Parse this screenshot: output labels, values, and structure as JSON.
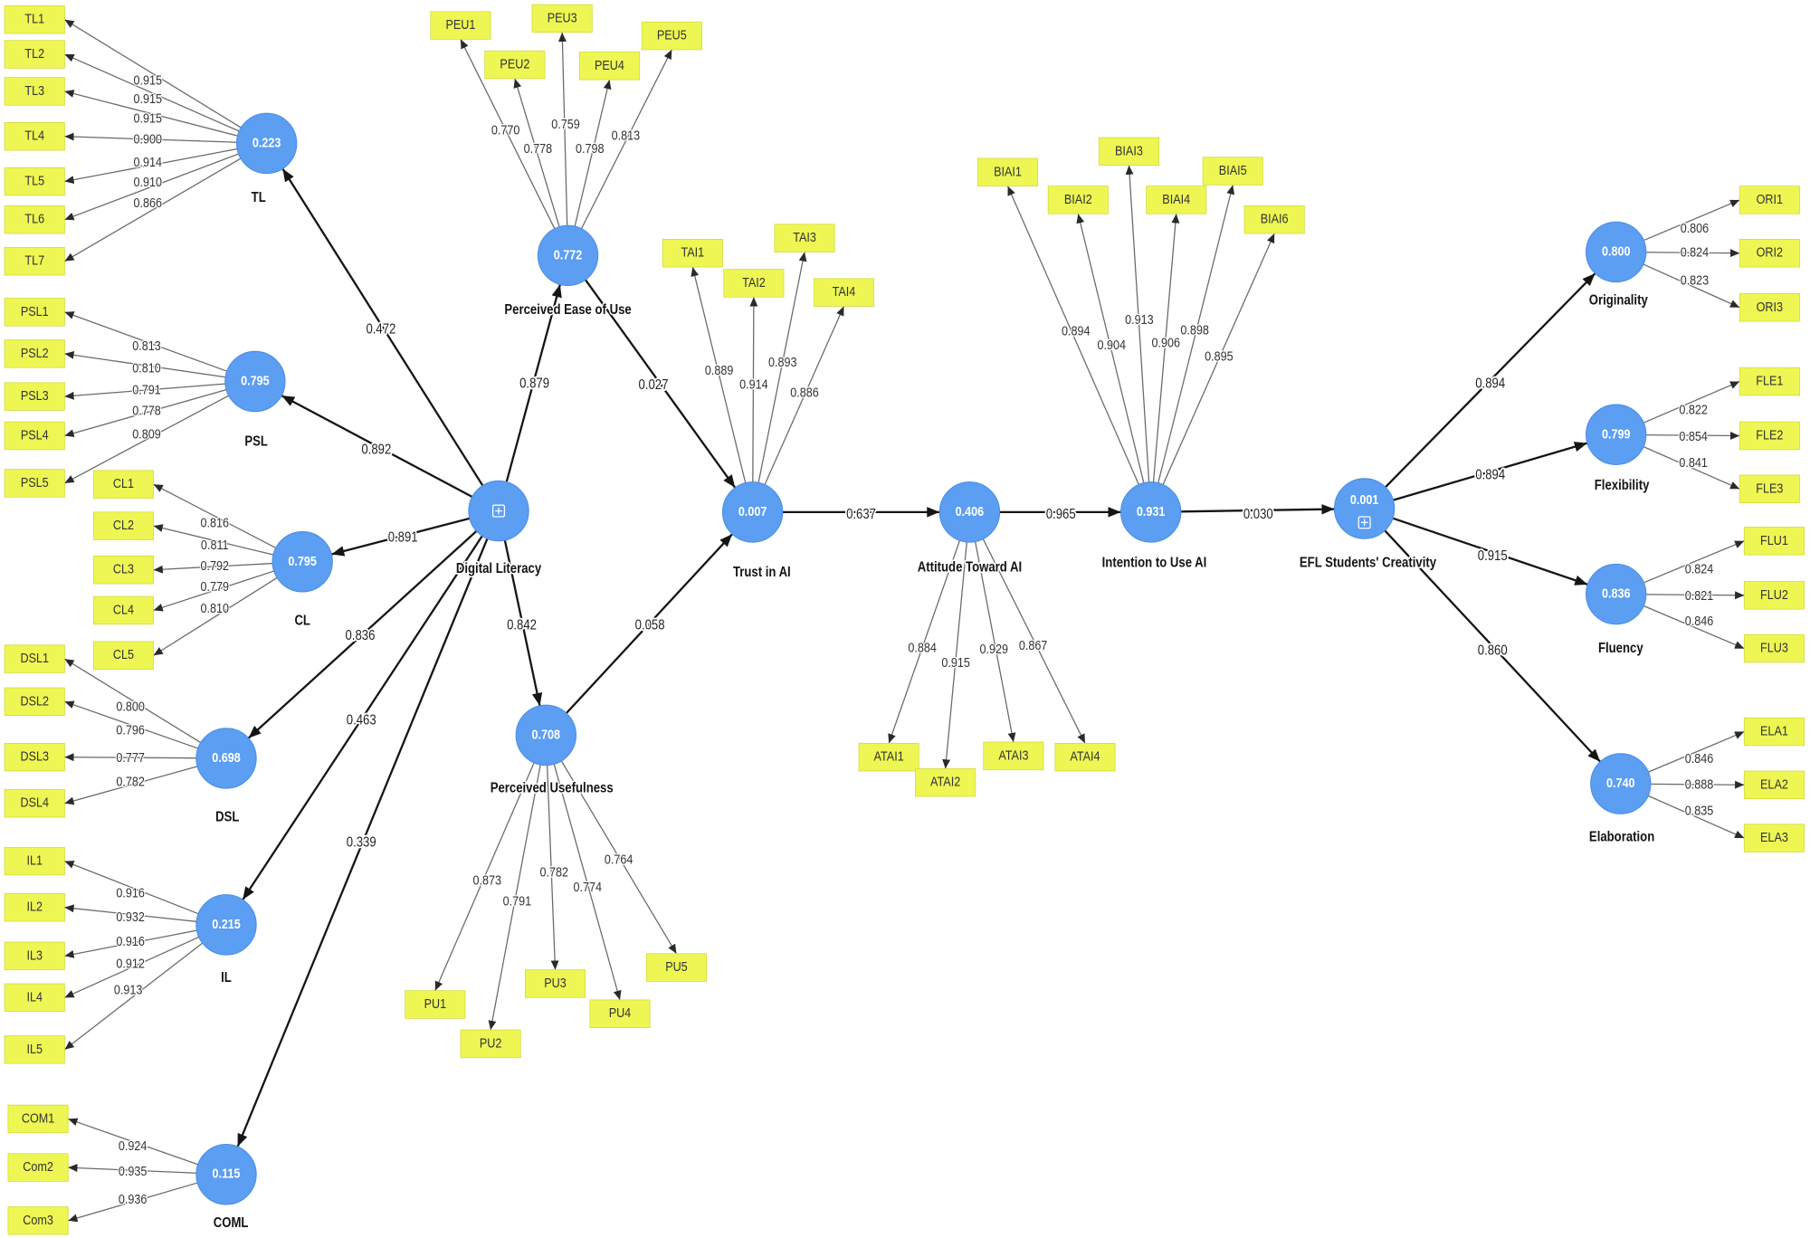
{
  "diagram": {
    "colors": {
      "construct_fill": "#5b9ef2",
      "construct_stroke": "#4a8de6",
      "node_text": "#ffffff",
      "indicator_fill": "#eef653",
      "indicator_stroke": "#d2da3c",
      "path_line": "#151515",
      "loading_line": "#6a6a6a"
    },
    "constructs": [
      {
        "label": "TL",
        "r2": "0.223",
        "indicators": [
          {
            "label": "TL1",
            "loading": "0.915"
          },
          {
            "label": "TL2",
            "loading": "0.915"
          },
          {
            "label": "TL3",
            "loading": "0.915"
          },
          {
            "label": "TL4",
            "loading": "0.900"
          },
          {
            "label": "TL5",
            "loading": "0.914"
          },
          {
            "label": "TL6",
            "loading": "0.910"
          },
          {
            "label": "TL7",
            "loading": "0.866"
          }
        ]
      },
      {
        "label": "PSL",
        "r2": "0.795",
        "indicators": [
          {
            "label": "PSL1",
            "loading": "0.813"
          },
          {
            "label": "PSL2",
            "loading": "0.810"
          },
          {
            "label": "PSL3",
            "loading": "0.791"
          },
          {
            "label": "PSL4",
            "loading": "0.778"
          },
          {
            "label": "PSL5",
            "loading": "0.809"
          }
        ]
      },
      {
        "label": "CL",
        "r2": "0.795",
        "indicators": [
          {
            "label": "CL1",
            "loading": "0.816"
          },
          {
            "label": "CL2",
            "loading": "0.811"
          },
          {
            "label": "CL3",
            "loading": "0.792"
          },
          {
            "label": "CL4",
            "loading": "0.779"
          },
          {
            "label": "CL5",
            "loading": "0.810"
          }
        ]
      },
      {
        "label": "DSL",
        "r2": "0.698",
        "indicators": [
          {
            "label": "DSL1",
            "loading": "0.800"
          },
          {
            "label": "DSL2",
            "loading": "0.796"
          },
          {
            "label": "DSL3",
            "loading": "0.777"
          },
          {
            "label": "DSL4",
            "loading": "0.782"
          }
        ]
      },
      {
        "label": "IL",
        "r2": "0.215",
        "indicators": [
          {
            "label": "IL1",
            "loading": "0.916"
          },
          {
            "label": "IL2",
            "loading": "0.932"
          },
          {
            "label": "IL3",
            "loading": "0.916"
          },
          {
            "label": "IL4",
            "loading": "0.912"
          },
          {
            "label": "IL5",
            "loading": "0.913"
          }
        ]
      },
      {
        "label": "COML",
        "r2": "0.115",
        "indicators": [
          {
            "label": "COM1",
            "loading": "0.924"
          },
          {
            "label": "Com2",
            "loading": "0.935"
          },
          {
            "label": "Com3",
            "loading": "0.936"
          }
        ]
      },
      {
        "label": "Digital Literacy",
        "marker": "plus-square-icon"
      },
      {
        "label": "Perceived Ease of Use",
        "r2": "0.772",
        "indicators": [
          {
            "label": "PEU1",
            "loading": "0.770"
          },
          {
            "label": "PEU2",
            "loading": "0.778"
          },
          {
            "label": "PEU3",
            "loading": "0.759"
          },
          {
            "label": "PEU4",
            "loading": "0.798"
          },
          {
            "label": "PEU5",
            "loading": "0.813"
          }
        ]
      },
      {
        "label": "Perceived Usefulness",
        "r2": "0.708",
        "indicators": [
          {
            "label": "PU1",
            "loading": "0.873"
          },
          {
            "label": "PU2",
            "loading": "0.791"
          },
          {
            "label": "PU3",
            "loading": "0.782"
          },
          {
            "label": "PU4",
            "loading": "0.774"
          },
          {
            "label": "PU5",
            "loading": "0.764"
          }
        ]
      },
      {
        "label": "Trust in AI",
        "r2": "0.007",
        "indicators": [
          {
            "label": "TAI1",
            "loading": "0.889"
          },
          {
            "label": "TAI2",
            "loading": "0.914"
          },
          {
            "label": "TAI3",
            "loading": "0.893"
          },
          {
            "label": "TAI4",
            "loading": "0.886"
          }
        ]
      },
      {
        "label": "Attitude Toward AI",
        "r2": "0.406",
        "indicators": [
          {
            "label": "ATAI1",
            "loading": "0.884"
          },
          {
            "label": "ATAI2",
            "loading": "0.915"
          },
          {
            "label": "ATAI3",
            "loading": "0.929"
          },
          {
            "label": "ATAI4",
            "loading": "0.867"
          }
        ]
      },
      {
        "label": "Intention to Use AI",
        "r2": "0.931",
        "indicators": [
          {
            "label": "BIAI1",
            "loading": "0.894"
          },
          {
            "label": "BIAI2",
            "loading": "0.904"
          },
          {
            "label": "BIAI3",
            "loading": "0.913"
          },
          {
            "label": "BIAI4",
            "loading": "0.906"
          },
          {
            "label": "BIAI5",
            "loading": "0.898"
          },
          {
            "label": "BIAI6",
            "loading": "0.895"
          }
        ]
      },
      {
        "label": "EFL Students' Creativity",
        "r2": "0.001",
        "marker": "plus-square-icon"
      },
      {
        "label": "Originality",
        "r2": "0.800",
        "indicators": [
          {
            "label": "ORI1",
            "loading": "0.806"
          },
          {
            "label": "ORI2",
            "loading": "0.824"
          },
          {
            "label": "ORI3",
            "loading": "0.823"
          }
        ]
      },
      {
        "label": "Flexibility",
        "r2": "0.799",
        "indicators": [
          {
            "label": "FLE1",
            "loading": "0.822"
          },
          {
            "label": "FLE2",
            "loading": "0.854"
          },
          {
            "label": "FLE3",
            "loading": "0.841"
          }
        ]
      },
      {
        "label": "Fluency",
        "r2": "0.836",
        "indicators": [
          {
            "label": "FLU1",
            "loading": "0.824"
          },
          {
            "label": "FLU2",
            "loading": "0.821"
          },
          {
            "label": "FLU3",
            "loading": "0.846"
          }
        ]
      },
      {
        "label": "Elaboration",
        "r2": "0.740",
        "indicators": [
          {
            "label": "ELA1",
            "loading": "0.846"
          },
          {
            "label": "ELA2",
            "loading": "0.888"
          },
          {
            "label": "ELA3",
            "loading": "0.835"
          }
        ]
      }
    ],
    "paths": [
      {
        "from": "Digital Literacy",
        "to": "TL",
        "coefficient": "0.472"
      },
      {
        "from": "Digital Literacy",
        "to": "PSL",
        "coefficient": "0.892"
      },
      {
        "from": "Digital Literacy",
        "to": "CL",
        "coefficient": "0.891"
      },
      {
        "from": "Digital Literacy",
        "to": "DSL",
        "coefficient": "0.836"
      },
      {
        "from": "Digital Literacy",
        "to": "IL",
        "coefficient": "0.463"
      },
      {
        "from": "Digital Literacy",
        "to": "COML",
        "coefficient": "0.339"
      },
      {
        "from": "Digital Literacy",
        "to": "Perceived Ease of Use",
        "coefficient": "0.879"
      },
      {
        "from": "Digital Literacy",
        "to": "Perceived Usefulness",
        "coefficient": "0.842"
      },
      {
        "from": "Perceived Ease of Use",
        "to": "Trust in AI",
        "coefficient": "0.027"
      },
      {
        "from": "Perceived Usefulness",
        "to": "Trust in AI",
        "coefficient": "0.058"
      },
      {
        "from": "Trust in AI",
        "to": "Attitude Toward AI",
        "coefficient": "0.637"
      },
      {
        "from": "Attitude Toward AI",
        "to": "Intention to Use AI",
        "coefficient": "0.965"
      },
      {
        "from": "Intention to Use AI",
        "to": "EFL Students' Creativity",
        "coefficient": "0.030"
      },
      {
        "from": "EFL Students' Creativity",
        "to": "Originality",
        "coefficient": "0.894"
      },
      {
        "from": "EFL Students' Creativity",
        "to": "Flexibility",
        "coefficient": "0.894"
      },
      {
        "from": "EFL Students' Creativity",
        "to": "Fluency",
        "coefficient": "0.915"
      },
      {
        "from": "EFL Students' Creativity",
        "to": "Elaboration",
        "coefficient": "0.860"
      }
    ]
  }
}
